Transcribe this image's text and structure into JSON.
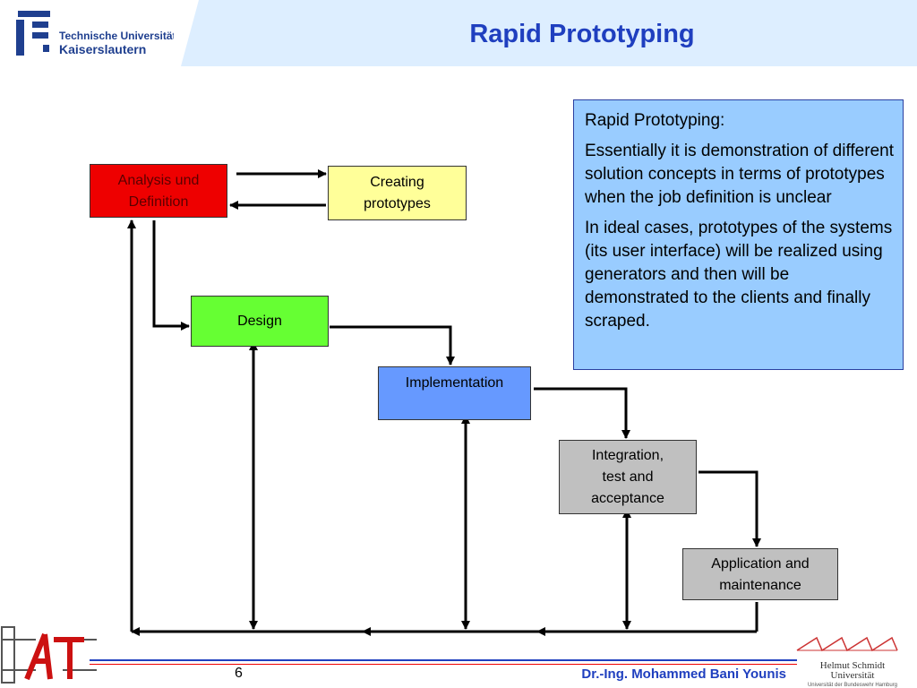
{
  "header": {
    "title": "Rapid Prototyping",
    "logo_line1": "Technische Universität",
    "logo_line2": "Kaiserslautern"
  },
  "diagram": {
    "boxes": {
      "analysis": [
        "Analysis und",
        "Definition"
      ],
      "creating": [
        "Creating",
        "prototypes"
      ],
      "design": [
        "Design"
      ],
      "implementation": [
        "Implementation"
      ],
      "integration": [
        "Integration,",
        "test and",
        "acceptance"
      ],
      "application": [
        "Application and",
        "maintenance"
      ]
    }
  },
  "note": {
    "heading": "Rapid Prototyping:",
    "para1": "Essentially it is demonstration of different solution concepts in terms of prototypes when the job definition is unclear",
    "para2": "In ideal cases, prototypes of the systems (its user interface) will be realized using generators and then will be demonstrated to the clients and finally scraped."
  },
  "footer": {
    "page_number": "6",
    "author": "Dr.-Ing. Mohammed Bani Younis",
    "right_logo_line1": "Helmut Schmidt",
    "right_logo_line2": "Universität",
    "right_logo_line3": "Universität der Bundeswehr Hamburg"
  },
  "colors": {
    "title": "#1f3fbf",
    "analysis": "#ee0000",
    "creating": "#ffff99",
    "design": "#66ff33",
    "implementation": "#6699ff",
    "integration": "#c0c0c0",
    "application": "#c0c0c0",
    "note": "#99ccff",
    "header_band": "#ddeeff"
  }
}
